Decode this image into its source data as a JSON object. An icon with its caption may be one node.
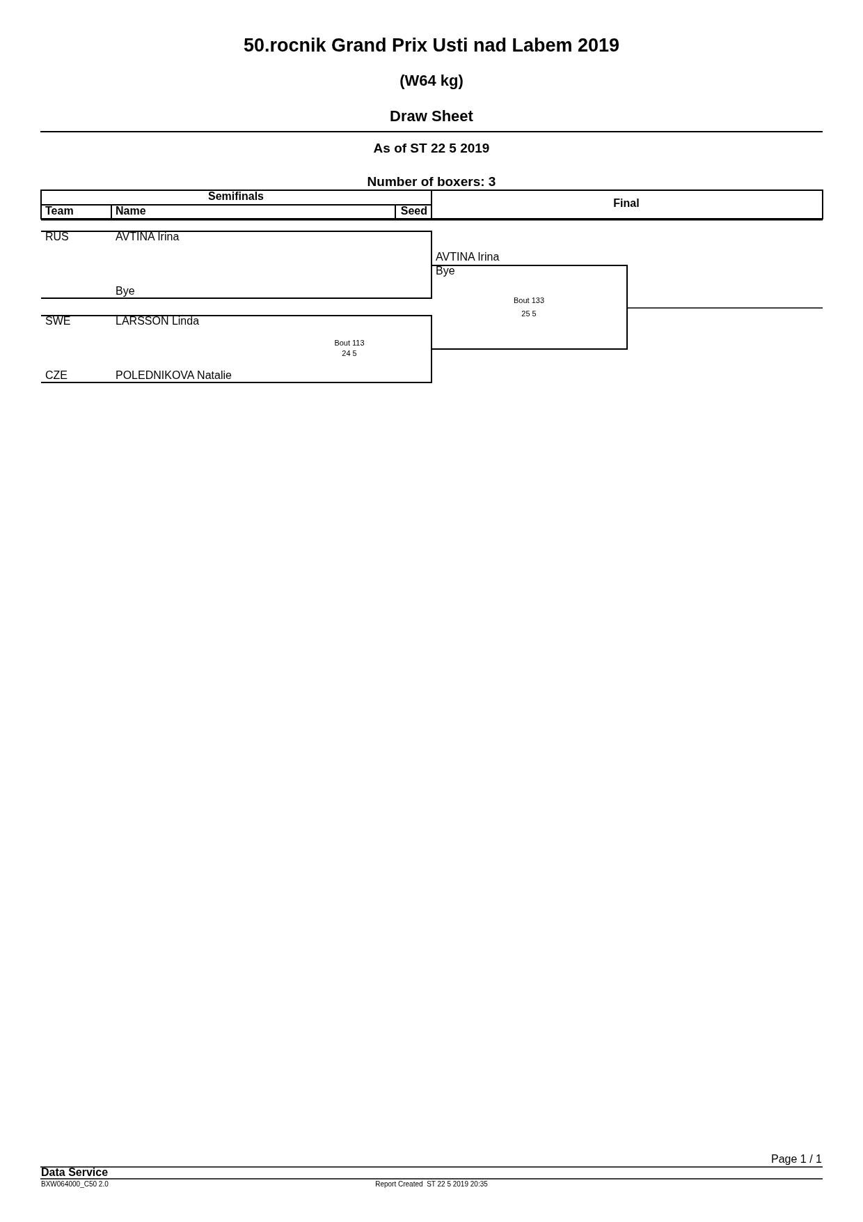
{
  "diagram": {
    "title": "50.rocnik Grand Prix Usti nad Labem 2019",
    "labels": [
      "(W64 kg)",
      "Draw Sheet",
      "As of ST 22 5 2019",
      "Number of boxers: 3",
      "Semifinals",
      "Final",
      "Team",
      "Name",
      "Seed",
      "RUS",
      "AVTINA Irina",
      "Bye",
      "SWE",
      "LARSSON Linda",
      "Bout 113",
      "24 5",
      "CZE",
      "POLEDNIKOVA Natalie",
      "AVTINA Irina",
      "Bye",
      "Bout 133",
      "25 5",
      "Page 1 / 1",
      "Data Service",
      "BXW064000_C50 2.0",
      "Report Created  ST 22 5 2019 20:35"
    ]
  }
}
